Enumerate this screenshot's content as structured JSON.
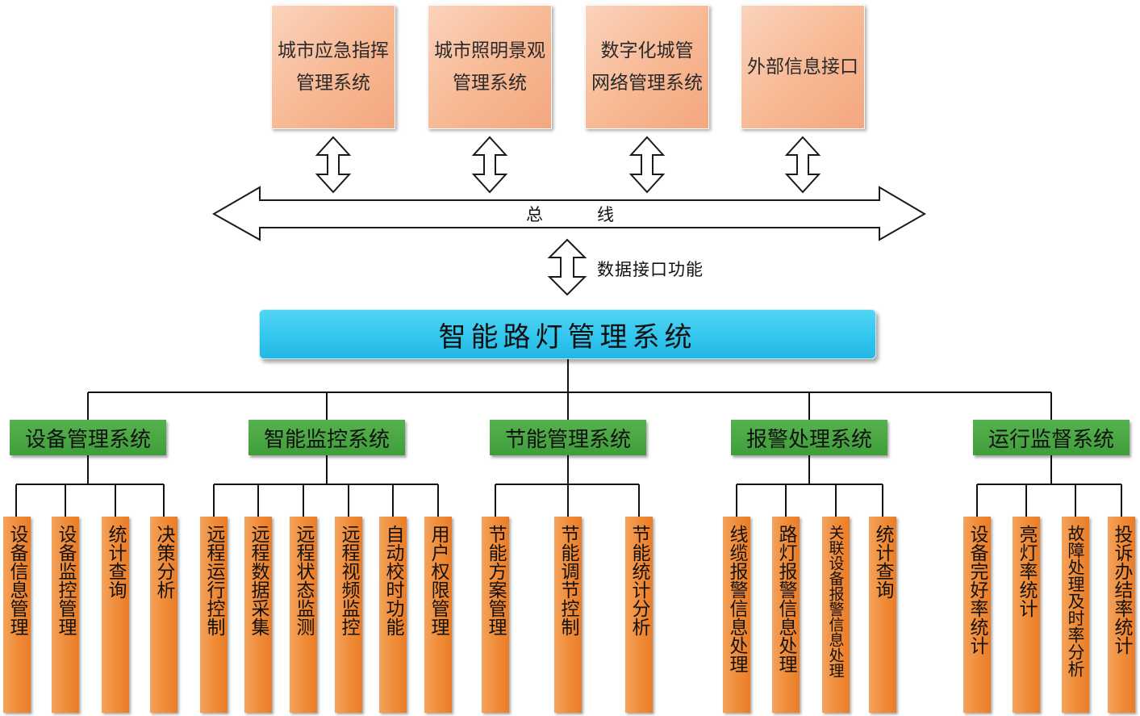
{
  "external_systems": [
    {
      "label": "城市应急指挥\n管理系统"
    },
    {
      "label": "城市照明景观\n管理系统"
    },
    {
      "label": "数字化城管\n网络管理系统"
    },
    {
      "label": "外部信息接口"
    }
  ],
  "bus": {
    "label_left": "总",
    "label_right": "线"
  },
  "data_interface": {
    "label": "数据接口功能"
  },
  "main_system": {
    "label": "智能路灯管理系统"
  },
  "subsystems": [
    {
      "label": "设备管理系统",
      "children": [
        "设备信息管理",
        "设备监控管理",
        "统计查询",
        "决策分析"
      ]
    },
    {
      "label": "智能监控系统",
      "children": [
        "远程运行控制",
        "远程数据采集",
        "远程状态监测",
        "远程视频监控",
        "自动校时功能",
        "用户权限管理"
      ]
    },
    {
      "label": "节能管理系统",
      "children": [
        "节能方案管理",
        "节能调节控制",
        "节能统计分析"
      ]
    },
    {
      "label": "报警处理系统",
      "children": [
        "线缆报警信息处理",
        "路灯报警信息处理",
        "关联设备报警信息处理",
        "统计查询"
      ]
    },
    {
      "label": "运行监督系统",
      "children": [
        "设备完好率统计",
        "亮灯率统计",
        "故障处理及时率分析",
        "投诉办结率统计"
      ]
    }
  ],
  "colors": {
    "external_box": "#f7b893",
    "main_box": "#35c8ef",
    "subsystem_box": "#4aa845",
    "leaf_box": "#f08d3a"
  }
}
